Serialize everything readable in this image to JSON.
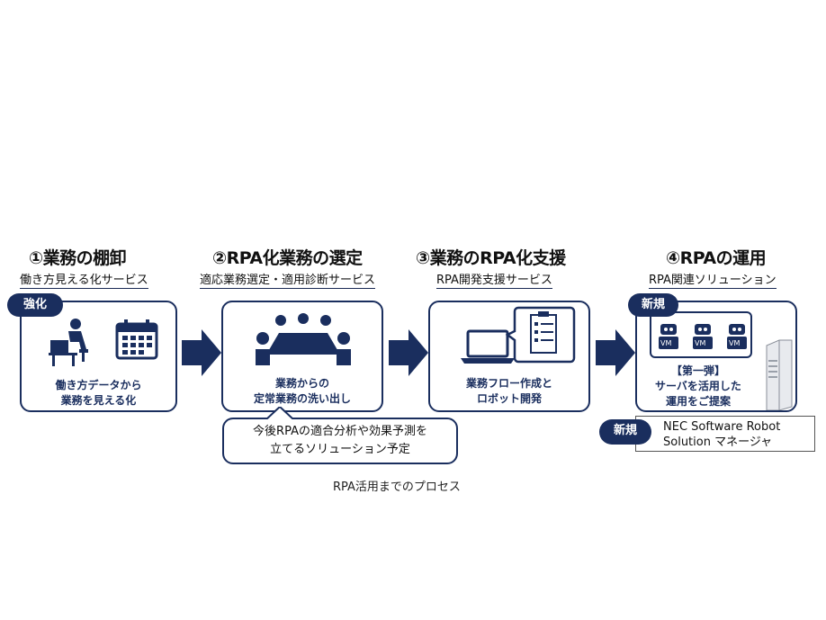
{
  "steps": [
    {
      "title": "①業務の棚卸",
      "subtitle": "働き方見える化サービス",
      "card_text": [
        "働き方データから",
        "業務を見える化"
      ],
      "badge": "強化"
    },
    {
      "title": "②RPA化業務の選定",
      "subtitle": "適応業務選定・適用診断サービス",
      "card_text": [
        "業務からの",
        "定常業務の洗い出し"
      ]
    },
    {
      "title": "③業務のRPA化支援",
      "subtitle": "RPA開発支援サービス",
      "card_text": [
        "業務フロー作成と",
        "ロボット開発"
      ]
    },
    {
      "title": "④RPAの運用",
      "subtitle": "RPA関連ソリューション",
      "card_text": [
        "【第一弾】",
        "サーバを活用した",
        "運用をご提案"
      ],
      "badge": "新規",
      "vm_label": "VM"
    }
  ],
  "bubble": {
    "line1": "今後RPAの適合分析や効果予測を",
    "line2": "立てるソリューション予定"
  },
  "nec": {
    "badge": "新規",
    "line1": "NEC Software Robot",
    "line2": "Solution マネージャ"
  },
  "caption": "RPA活用までのプロセス",
  "colors": {
    "navy": "#1a2e5e",
    "arrow": "#1a2e5e"
  }
}
